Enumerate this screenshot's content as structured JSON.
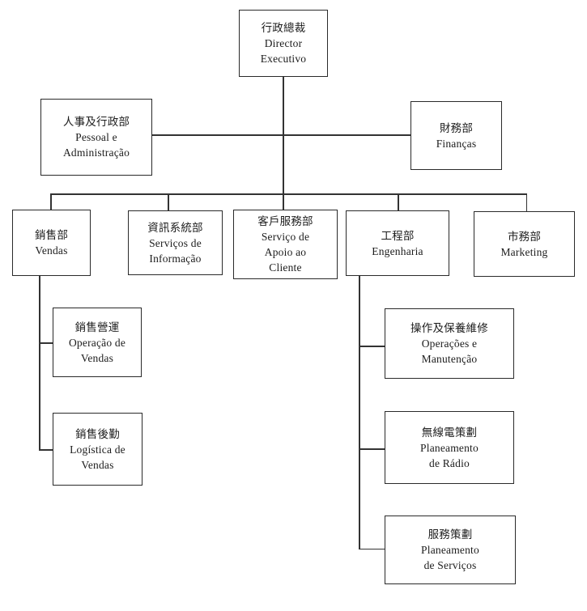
{
  "chart_title": "",
  "colors": {
    "background": "#ffffff",
    "ink": "#1c1c1c",
    "line": "#333333",
    "box_border": "#2a2a2a"
  },
  "nodes": {
    "ceo": {
      "lines": [
        "行政總裁",
        "Director",
        "Executivo"
      ]
    },
    "hr": {
      "lines": [
        "人事及行政部",
        "Pessoal e",
        "Administração"
      ]
    },
    "finance": {
      "lines": [
        "財務部",
        "Finanças"
      ]
    },
    "sales": {
      "lines": [
        "銷售部",
        "Vendas"
      ]
    },
    "info_systems": {
      "lines": [
        "資訊系統部",
        "Serviços de",
        "Informação"
      ]
    },
    "customer_service": {
      "lines": [
        "客戶服務部",
        "Serviço de",
        "Apoio ao",
        "Cliente"
      ]
    },
    "engineering": {
      "lines": [
        "工程部",
        "Engenharia"
      ]
    },
    "marketing": {
      "lines": [
        "市務部",
        "Marketing"
      ]
    },
    "sales_operations": {
      "lines": [
        "銷售營運",
        "Operação de",
        "Vendas"
      ]
    },
    "sales_logistics": {
      "lines": [
        "銷售後勤",
        "Logística de",
        "Vendas"
      ]
    },
    "operations_maintenance": {
      "lines": [
        "操作及保養維修",
        "Operações e",
        "Manutenção"
      ]
    },
    "radio_planning": {
      "lines": [
        "無線電策劃",
        "Planeamento",
        "de Rádio"
      ]
    },
    "service_planning": {
      "lines": [
        "服務策劃",
        "Planeamento",
        "de Serviços"
      ]
    }
  },
  "hierarchy": {
    "ceo": [
      "hr",
      "finance",
      "sales",
      "info_systems",
      "customer_service",
      "engineering",
      "marketing"
    ],
    "sales": [
      "sales_operations",
      "sales_logistics"
    ],
    "engineering": [
      "operations_maintenance",
      "radio_planning",
      "service_planning"
    ]
  }
}
